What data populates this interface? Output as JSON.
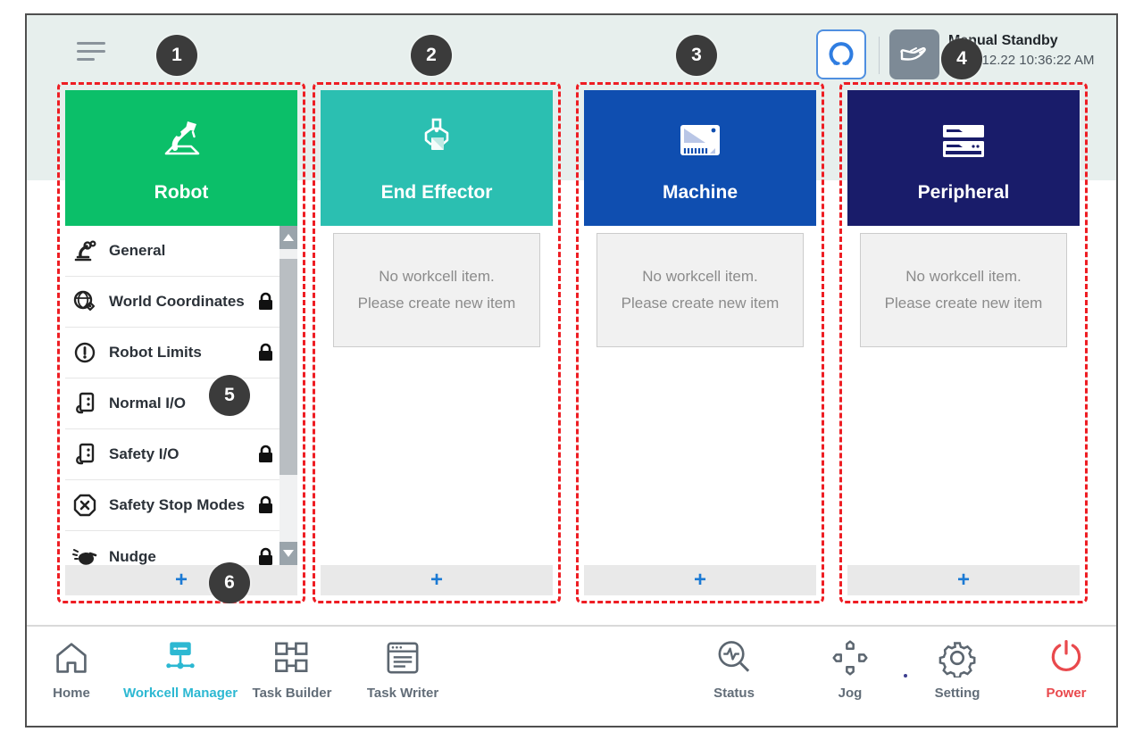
{
  "topbar": {
    "status_title": "Manual Standby",
    "status_time": "2022.12.22 10:36:22 AM"
  },
  "callouts": [
    {
      "n": "1"
    },
    {
      "n": "2"
    },
    {
      "n": "3"
    },
    {
      "n": "4"
    },
    {
      "n": "5"
    },
    {
      "n": "6"
    }
  ],
  "columns": {
    "robot": {
      "label": "Robot",
      "color": "#0bbf69"
    },
    "end_effector": {
      "label": "End Effector",
      "color": "#2bbfb1"
    },
    "machine": {
      "label": "Machine",
      "color": "#0f4eb0"
    },
    "peripheral": {
      "label": "Peripheral",
      "color": "#191c6a"
    }
  },
  "robot_menu": [
    {
      "label": "General",
      "locked": false
    },
    {
      "label": "World Coordinates",
      "locked": true
    },
    {
      "label": "Robot Limits",
      "locked": true
    },
    {
      "label": "Normal I/O",
      "locked": false
    },
    {
      "label": "Safety I/O",
      "locked": true
    },
    {
      "label": "Safety Stop Modes",
      "locked": true
    },
    {
      "label": "Nudge",
      "locked": true
    }
  ],
  "empty_state": {
    "line1": "No workcell item.",
    "line2": "Please create new item"
  },
  "add_button": {
    "label": "+"
  },
  "bottom_nav": [
    {
      "label": "Home"
    },
    {
      "label": "Workcell Manager",
      "active": true
    },
    {
      "label": "Task Builder"
    },
    {
      "label": "Task Writer"
    },
    {
      "label": "Status"
    },
    {
      "label": "Jog"
    },
    {
      "label": "Setting"
    },
    {
      "label": "Power"
    }
  ],
  "colors": {
    "annotation_red": "#ee1d23",
    "nav_active": "#2cb8d2",
    "power_red": "#e9494d",
    "add_plus_blue": "#1c7ad4",
    "topband": "#e7efed"
  }
}
